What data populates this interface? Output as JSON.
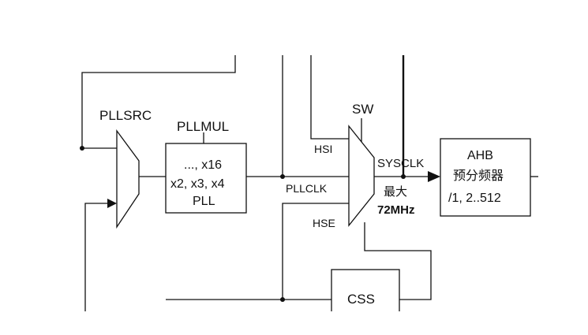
{
  "diagram": {
    "pllsrc_label": "PLLSRC",
    "pllmul_label": "PLLMUL",
    "pll_block": {
      "line1": "..., x16",
      "line2": "x2, x3, x4",
      "line3": "PLL"
    },
    "sw_label": "SW",
    "hsi_label": "HSI",
    "pllclk_label": "PLLCLK",
    "hse_label": "HSE",
    "sysclk_label": "SYSCLK",
    "max_label": "最大",
    "max_freq": "72MHz",
    "ahb_block": {
      "line1": "AHB",
      "line2": "预分频器",
      "line3": "/1, 2..512"
    },
    "css_label": "CSS"
  }
}
